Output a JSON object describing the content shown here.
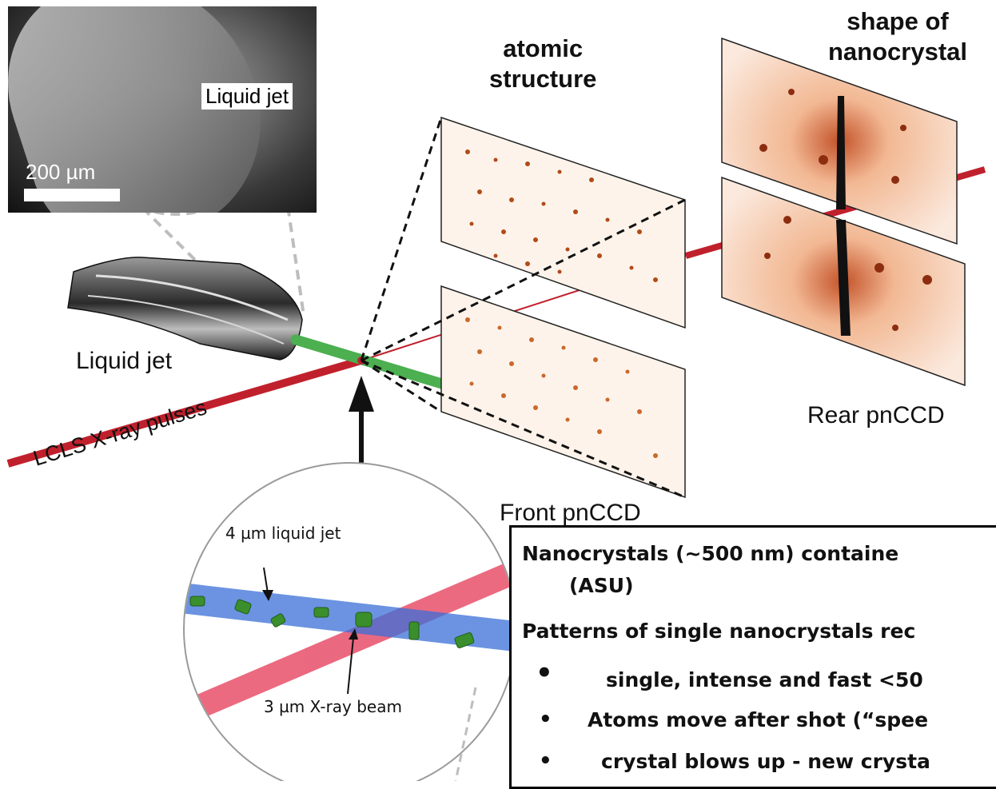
{
  "labels": {
    "atomic_structure": [
      "atomic",
      "structure"
    ],
    "shape_of_nanocrystal": [
      "shape of",
      "nanocrystal"
    ],
    "liquid_jet": "Liquid jet",
    "lcls_pulses": "LCLS X-ray pulses",
    "rear_pnccd": "Rear pnCCD",
    "front_pnccd": "Front pnCCD"
  },
  "micrograph": {
    "jet_label": "Liquid jet",
    "scale_text": "200 µm"
  },
  "inset": {
    "jet_label": "4 µm liquid jet",
    "beam_label": "3 µm X-ray beam"
  },
  "info_panel": {
    "lines": [
      "Nanocrystals (~500 nm) containe",
      "(ASU)",
      "Patterns of single nanocrystals rec",
      "single, intense and fast <50",
      "Atoms move after shot (“spee",
      "crystal blows up - new crysta"
    ],
    "bullet": "•"
  },
  "colors": {
    "beam": "#c0202c",
    "jet_stream": "#4caf50",
    "diffraction": "#e0782f",
    "inset_jet": "#3a6fd8",
    "inset_beam": "#e8506a"
  }
}
